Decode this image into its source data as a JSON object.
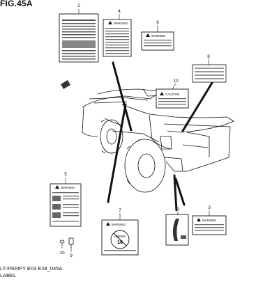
{
  "figure": {
    "title": "FIG.45A",
    "caption_line1": "LT-F500FY E03 E28_045A",
    "caption_line2": "LABEL"
  },
  "labels": {
    "warning_text": "WARNING",
    "caution_text": "CAUTION",
    "under_text": "UNDER",
    "age_text": "16"
  },
  "callouts": [
    "2",
    "4",
    "6",
    "8",
    "12",
    "5",
    "7",
    "1",
    "3",
    "10",
    "9"
  ],
  "colors": {
    "line": "#111111",
    "paper": "#ffffff",
    "shade": "#cfcfcf"
  }
}
